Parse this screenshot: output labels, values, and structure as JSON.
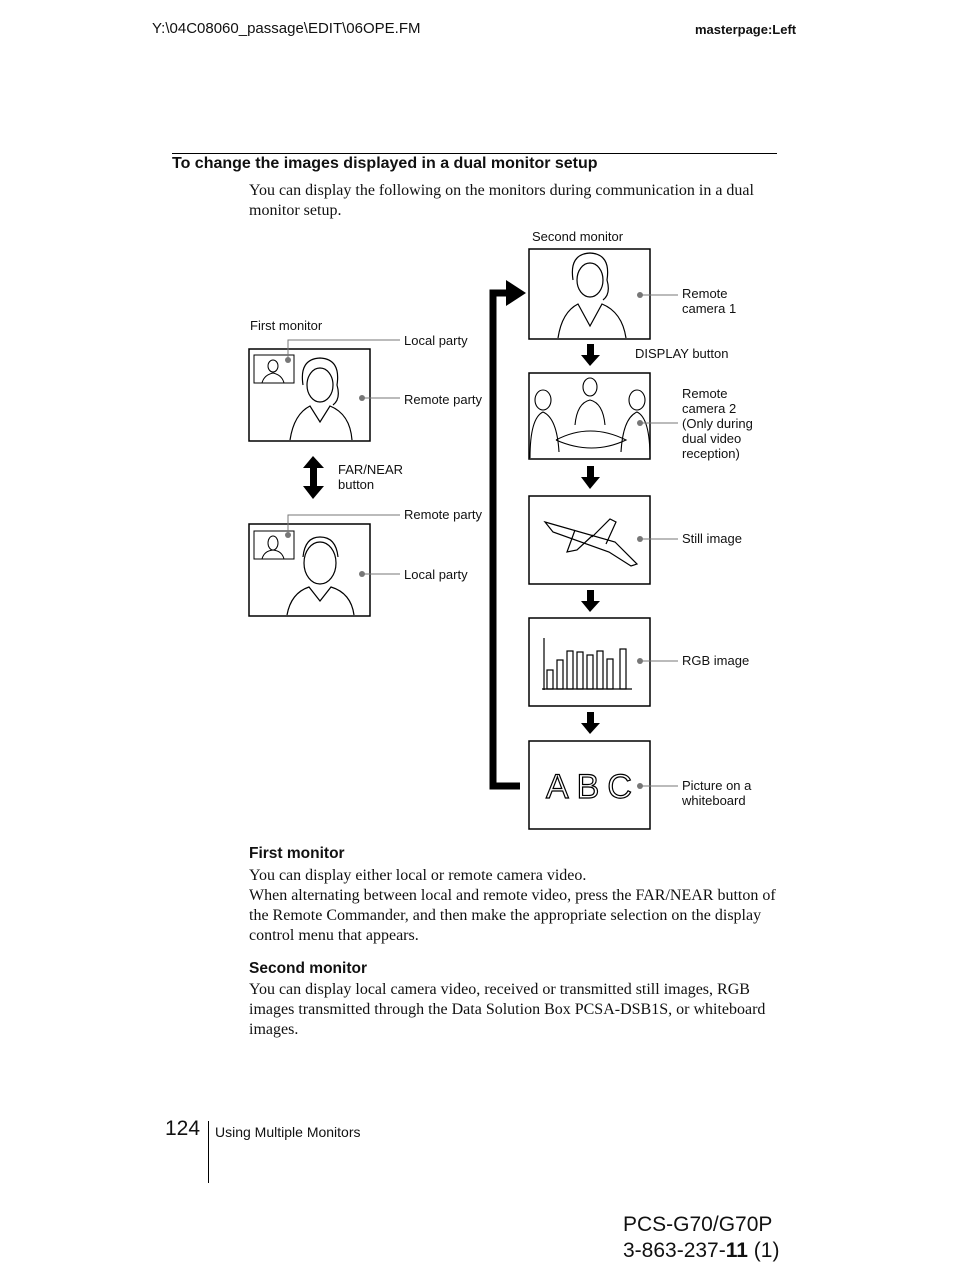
{
  "header": {
    "path": "Y:\\04C08060_passage\\EDIT\\06OPE.FM",
    "masterpage": "masterpage:Left"
  },
  "section": {
    "title": "To change the images displayed in a dual monitor setup",
    "intro": "You can display the following on the monitors during communication in a dual monitor setup."
  },
  "diagram": {
    "first_monitor_label": "First monitor",
    "second_monitor_label": "Second monitor",
    "local_party": "Local party",
    "remote_party": "Remote party",
    "far_near_button": "FAR/NEAR\nbutton",
    "display_button": "DISPLAY button",
    "remote_camera_1": "Remote\ncamera 1",
    "remote_camera_2": "Remote\ncamera 2\n(Only during\ndual video\nreception)",
    "still_image": "Still image",
    "rgb_image": "RGB image",
    "whiteboard": "Picture on a\nwhiteboard",
    "whiteboard_text": "ABC"
  },
  "first_monitor": {
    "title": "First monitor",
    "line1": "You can display either local or remote camera video.",
    "line2": "When alternating between local and remote video, press the FAR/NEAR button of the Remote Commander, and then make the appropriate selection on the display control menu that appears."
  },
  "second_monitor": {
    "title": "Second monitor",
    "text": "You can display local camera video, received or transmitted still images, RGB images transmitted through the Data Solution Box PCSA-DSB1S, or whiteboard images."
  },
  "footer": {
    "page_number": "124",
    "section": "Using Multiple Monitors",
    "model_line1": "PCS-G70/G70P",
    "model_line2_prefix": "3-863-237-",
    "model_line2_bold": "11",
    "model_line2_suffix": " (1)"
  }
}
